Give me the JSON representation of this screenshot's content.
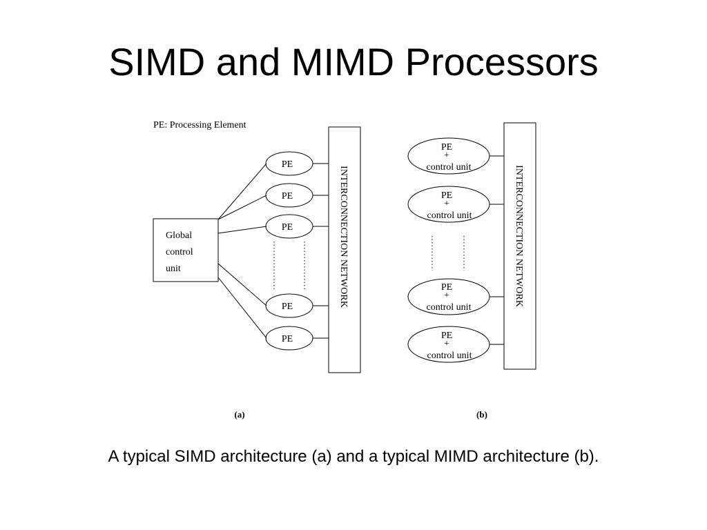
{
  "slide": {
    "title": "SIMD and MIMD Processors",
    "caption": "A typical SIMD architecture (a) and a typical MIMD architecture (b)."
  },
  "simd": {
    "legend": "PE: Processing Element",
    "control_unit": {
      "line1": "Global",
      "line2": "control",
      "line3": "unit"
    },
    "pe_label": "PE",
    "network_label": "INTERCONNECTION NETWORK",
    "panel_label": "(a)"
  },
  "mimd": {
    "node": {
      "line1": "PE",
      "line2": "+",
      "line3": "control unit"
    },
    "network_label": "INTERCONNECTION NETWORK",
    "panel_label": "(b)"
  }
}
